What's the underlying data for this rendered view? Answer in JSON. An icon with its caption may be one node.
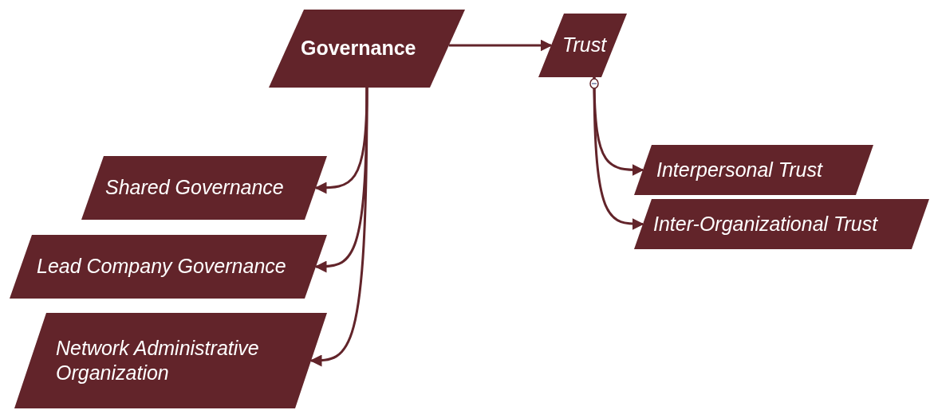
{
  "diagram": {
    "nodes": [
      {
        "text": [
          "Governance"
        ]
      },
      {
        "text": [
          "Trust"
        ]
      },
      {
        "text": [
          "Shared Governance"
        ]
      },
      {
        "text": [
          "Lead Company Governance"
        ]
      },
      {
        "text": [
          "Network Administrative Organization"
        ]
      },
      {
        "text": [
          "Interpersonal Trust"
        ]
      },
      {
        "text": [
          "Inter-Organizational Trust"
        ]
      }
    ],
    "edges": [
      {
        "from": 0,
        "to": 1,
        "arrow": "to"
      },
      {
        "from": 0,
        "to": 2,
        "arrow": "to"
      },
      {
        "from": 0,
        "to": 3,
        "arrow": "to"
      },
      {
        "from": 0,
        "to": 4,
        "arrow": "to"
      },
      {
        "from": 1,
        "to": 5,
        "arrow": "to"
      },
      {
        "from": 1,
        "to": 6,
        "arrow": "to"
      }
    ]
  }
}
